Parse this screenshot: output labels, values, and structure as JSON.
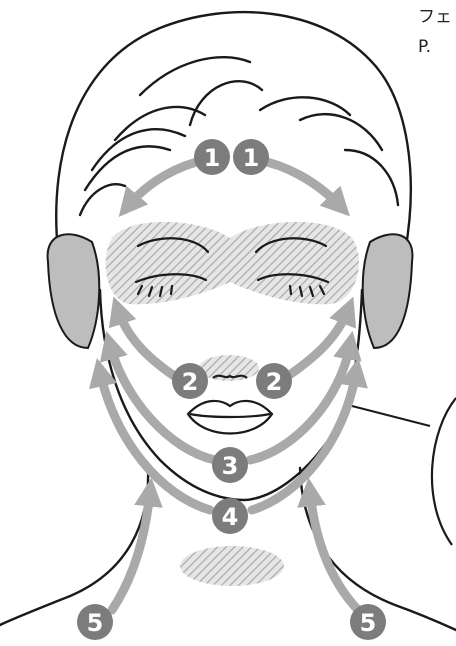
{
  "header": {
    "line1": "フェ",
    "line2": "P."
  },
  "steps": [
    {
      "id": "1",
      "label": "1",
      "area": "forehead"
    },
    {
      "id": "2",
      "label": "2",
      "area": "cheeks"
    },
    {
      "id": "3",
      "label": "3",
      "area": "jawline"
    },
    {
      "id": "4",
      "label": "4",
      "area": "under-jaw"
    },
    {
      "id": "5",
      "label": "5",
      "area": "neck"
    }
  ],
  "colors": {
    "arrow": "#a9a9a9",
    "badge": "#7c7c7c",
    "hatch": "#b3b3b3",
    "outline": "#1a1a1a"
  }
}
